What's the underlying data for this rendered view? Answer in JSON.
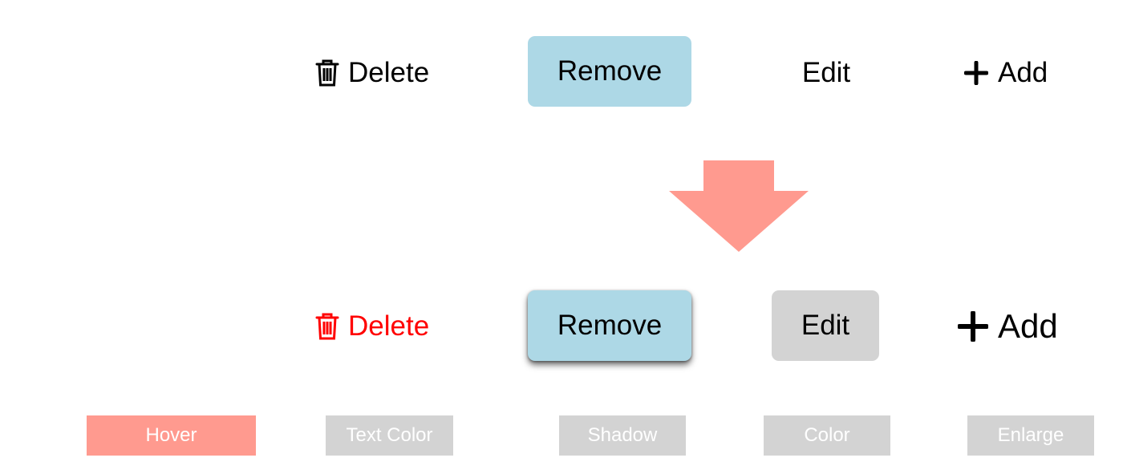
{
  "default_row": {
    "delete_label": "Delete",
    "delete_icon": "trash-icon",
    "remove_label": "Remove",
    "edit_label": "Edit",
    "add_label": "Add",
    "add_icon": "plus-icon"
  },
  "hover_row": {
    "delete_label": "Delete",
    "delete_icon": "trash-icon",
    "remove_label": "Remove",
    "edit_label": "Edit",
    "add_label": "Add",
    "add_icon": "plus-icon"
  },
  "arrow_icon": "down-arrow-icon",
  "effect_labels": {
    "hover": "Hover",
    "text_color": "Text Color",
    "shadow": "Shadow",
    "color": "Color",
    "enlarge": "Enlarge"
  },
  "colors": {
    "remove_background": "#add8e6",
    "hover_delete_text": "#ff0000",
    "hover_edit_background": "#d3d3d3",
    "arrow": "#ff9a8f",
    "hover_label_background": "#ff9a8f",
    "effect_label_background": "#d3d3d3",
    "label_text": "#ffffff"
  }
}
